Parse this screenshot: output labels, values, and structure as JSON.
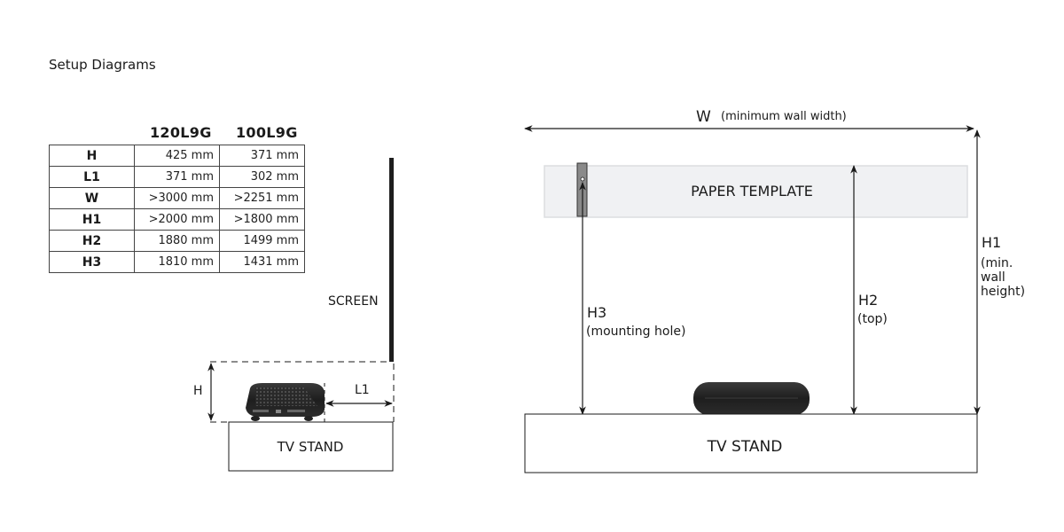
{
  "title": "Setup Diagrams",
  "spec_table": {
    "columns": [
      "120L9G",
      "100L9G"
    ],
    "rows": [
      {
        "key": "H",
        "values": [
          "425 mm",
          "371 mm"
        ]
      },
      {
        "key": "L1",
        "values": [
          "371 mm",
          "302 mm"
        ]
      },
      {
        "key": "W",
        "values": [
          ">3000 mm",
          ">2251 mm"
        ]
      },
      {
        "key": "H1",
        "values": [
          ">2000 mm",
          ">1800 mm"
        ]
      },
      {
        "key": "H2",
        "values": [
          "1880 mm",
          "1499 mm"
        ]
      },
      {
        "key": "H3",
        "values": [
          "1810 mm",
          "1431 mm"
        ]
      }
    ]
  },
  "side_view": {
    "screen_label": "SCREEN",
    "height_label": "H",
    "distance_label": "L1",
    "stand_label": "TV STAND"
  },
  "front_view": {
    "width_label": "W",
    "width_note": "(minimum wall width)",
    "template_label": "PAPER TEMPLATE",
    "h3_label": "H3",
    "h3_note": "(mounting hole)",
    "h2_label": "H2",
    "h2_note": "(top)",
    "h1_label": "H1",
    "h1_note_lines": [
      "(min.",
      "wall",
      "height)"
    ],
    "stand_label": "TV STAND"
  },
  "colors": {
    "line": "#1a1a1a",
    "template_fill": "#f0f1f3",
    "template_border": "#dcdde0",
    "mount_bracket": "#8a8a8a",
    "projector": "#2a2a2a"
  }
}
